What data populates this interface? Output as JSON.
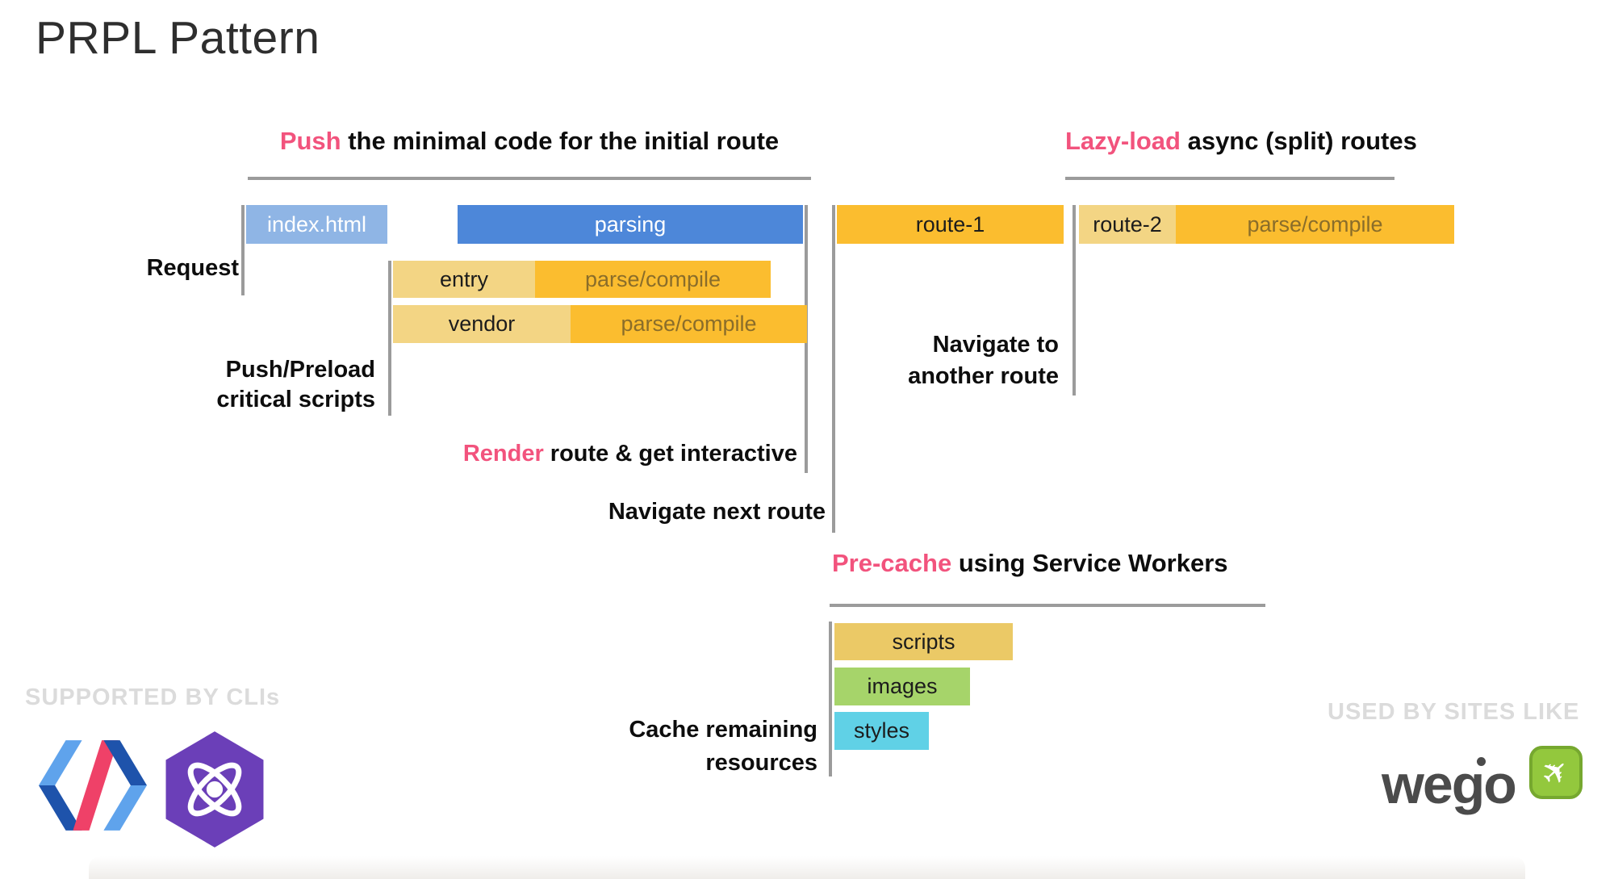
{
  "slide": {
    "title": "PRPL Pattern",
    "headings": {
      "push": {
        "highlight": "Push",
        "rest": " the minimal code for the initial route"
      },
      "lazy_load": {
        "highlight": "Lazy-load",
        "rest": " async (split) routes"
      },
      "pre_cache": {
        "highlight": "Pre-cache",
        "rest": " using Service Workers"
      }
    },
    "row_labels": {
      "request": "Request",
      "push_preload_line1": "Push/Preload",
      "push_preload_line2": "critical scripts",
      "render": {
        "highlight": "Render",
        "rest": " route & get interactive"
      },
      "navigate_next": "Navigate next route",
      "navigate_another_line1": "Navigate to",
      "navigate_another_line2": "another route",
      "cache_line1": "Cache remaining",
      "cache_line2": "resources"
    },
    "bars": {
      "index_html": "index.html",
      "parsing": "parsing",
      "entry": "entry",
      "vendor": "vendor",
      "parse_compile": "parse/compile",
      "route_1": "route-1",
      "route_2": "route-2",
      "scripts": "scripts",
      "images": "images",
      "styles": "styles"
    },
    "footer": {
      "supported_by": "SUPPORTED BY CLIs",
      "used_by": "USED BY SITES LIKE",
      "wego": "wego"
    },
    "colors": {
      "pink": "#F2537D",
      "blue": "#4D87D9",
      "light_blue": "#8FB5E5",
      "orange": "#FBBD2F",
      "tan": "#F3D584",
      "gold": "#EBC966",
      "green": "#A6D46A",
      "cyan": "#60D1E6",
      "line_gray": "#9B9B9B",
      "caption_gray": "#DBDBDB",
      "wego_gray": "#4B4B4B",
      "wego_green": "#93C83D",
      "wego_green_dark": "#76A82F",
      "hexagon_purple": "#6B3FB8",
      "polymer_pink": "#EF4168",
      "polymer_blue_light": "#5FA3EC",
      "polymer_blue_dark": "#1E53AB"
    }
  }
}
